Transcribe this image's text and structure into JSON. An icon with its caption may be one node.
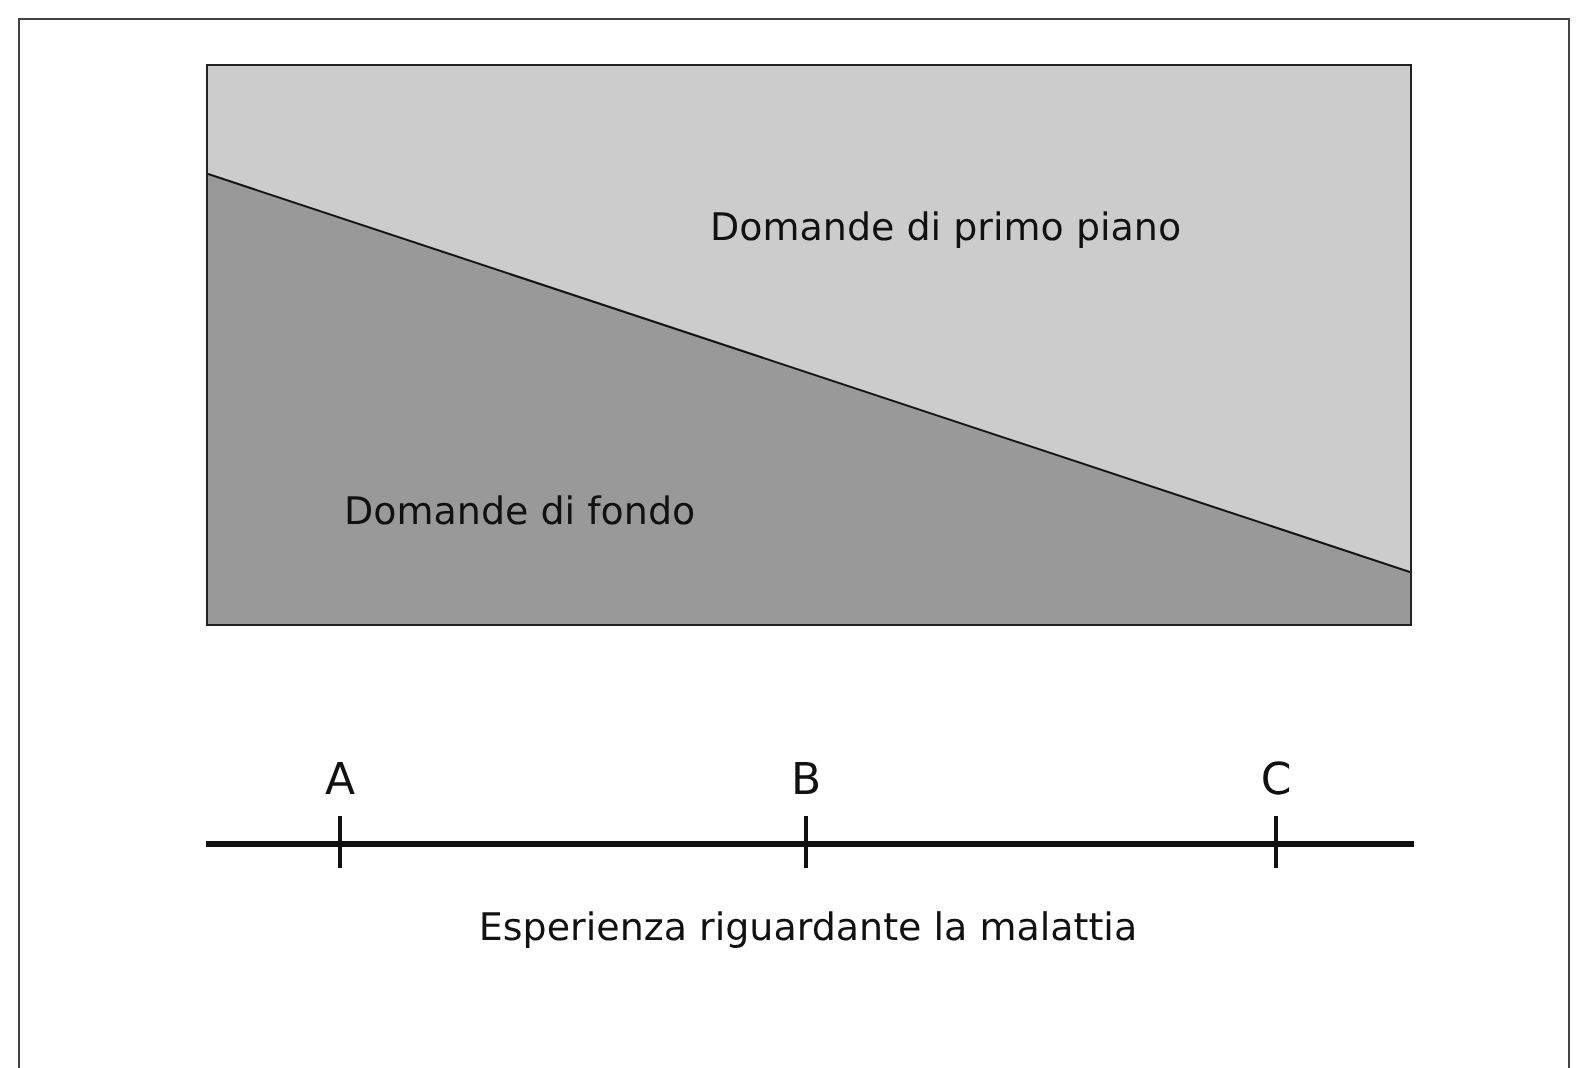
{
  "diagram": {
    "nodes": [
      {
        "text": [
          "Domande di primo piano"
        ]
      },
      {
        "text": [
          "Domande di fondo"
        ]
      }
    ],
    "labels": [
      "A",
      "B",
      "C",
      "Esperienza riguardante la malattia"
    ]
  }
}
